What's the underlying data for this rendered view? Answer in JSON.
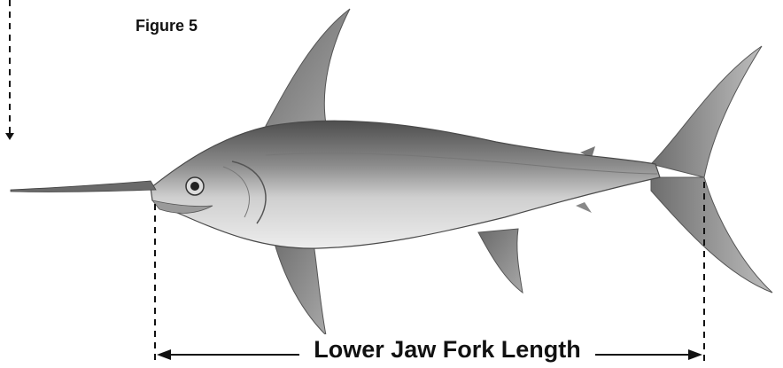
{
  "figure": {
    "caption": "Figure 5",
    "measurement_label": "Lower Jaw Fork Length"
  },
  "colors": {
    "fish_dark": "#5a5a5a",
    "fish_mid": "#9a9a9a",
    "fish_belly": "#e6e6e6",
    "line": "#111111"
  },
  "icons": {
    "fish": "swordfish-illustration",
    "left_arrow": "arrow-left-icon",
    "right_arrow": "arrow-right-icon"
  }
}
